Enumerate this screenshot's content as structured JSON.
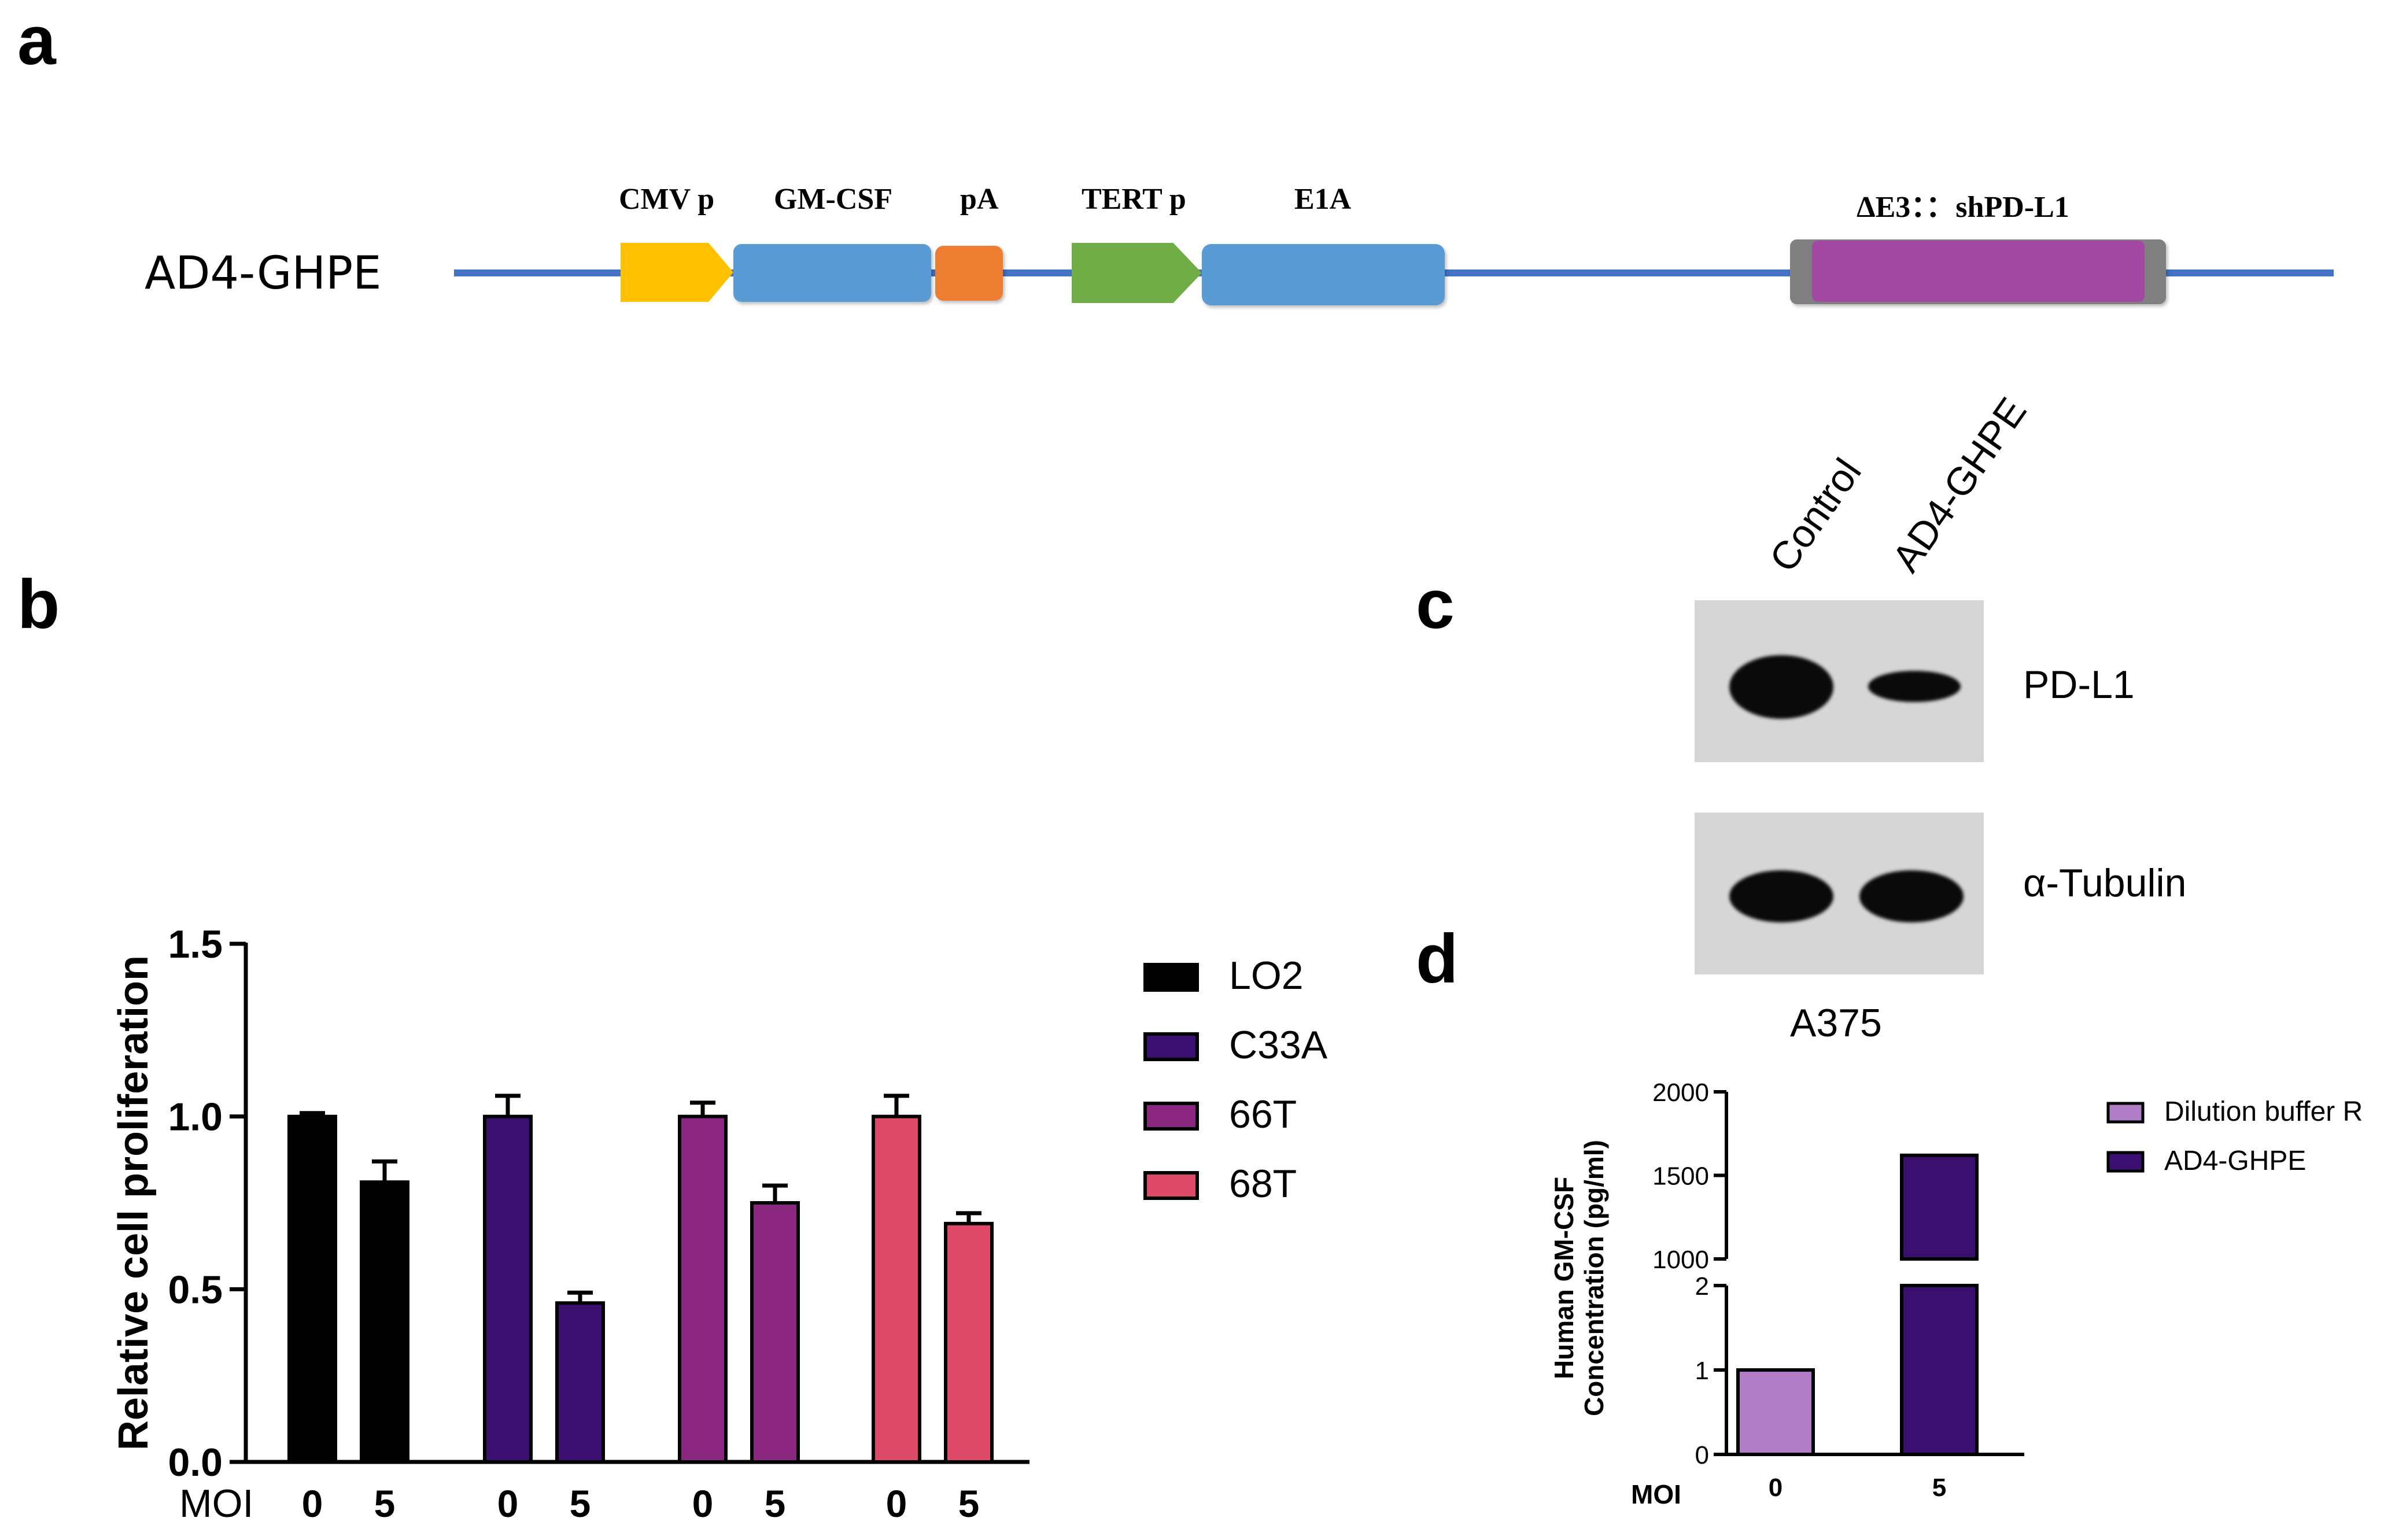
{
  "panels": {
    "a": "a",
    "b": "b",
    "c": "c",
    "d": "d"
  },
  "construct": {
    "name": "AD4-GHPE",
    "elements": [
      {
        "label": "CMV p",
        "color": "#ffc000"
      },
      {
        "label": "GM-CSF",
        "color": "#5b9bd5"
      },
      {
        "label": "pA",
        "color": "#ed7d31"
      },
      {
        "label": "TERT p",
        "color": "#70ad47"
      },
      {
        "label": "E1A",
        "color": "#5b9bd5"
      },
      {
        "label": "ΔE3：：shPD-L1",
        "color": "#a349a4"
      }
    ],
    "backbone_color": "#4472c4"
  },
  "blot": {
    "lanes": [
      "Control",
      "AD4-GHPE"
    ],
    "rows": [
      "PD-L1",
      "α-Tubulin"
    ],
    "cell_line": "A375"
  },
  "chart_data": [
    {
      "type": "bar",
      "ylabel": "Relative cell proliferation",
      "xlabel": "MOI",
      "ylim": [
        0,
        1.5
      ],
      "yticks": [
        0.0,
        0.5,
        1.0,
        1.5
      ],
      "yticklabels": [
        "0.0",
        "0.5",
        "1.0",
        "1.5"
      ],
      "categories": [
        "0",
        "5"
      ],
      "legend_position": "right",
      "series": [
        {
          "name": "LO2",
          "color": "#000000",
          "values": [
            1.0,
            0.81
          ],
          "errors": [
            0.01,
            0.06
          ]
        },
        {
          "name": "C33A",
          "color": "#3b0f70",
          "values": [
            1.0,
            0.46
          ],
          "errors": [
            0.06,
            0.03
          ]
        },
        {
          "name": "66T",
          "color": "#8b2681",
          "values": [
            1.0,
            0.75
          ],
          "errors": [
            0.04,
            0.05
          ]
        },
        {
          "name": "68T",
          "color": "#de4968",
          "values": [
            1.0,
            0.69
          ],
          "errors": [
            0.06,
            0.03
          ]
        }
      ]
    },
    {
      "type": "bar",
      "ylabel": "Human GM-CSF Concentration (pg/ml)",
      "xlabel": "MOI",
      "categories": [
        "0",
        "5"
      ],
      "broken_axis": true,
      "lower_range": [
        0,
        2
      ],
      "lower_ticks": [
        "0",
        "1",
        "2"
      ],
      "upper_range": [
        1000,
        2000
      ],
      "upper_ticks": [
        "1000",
        "1500",
        "2000"
      ],
      "legend_position": "right",
      "series": [
        {
          "name": "Dilution buffer R",
          "color": "#b07cc6",
          "value": 1.0,
          "category": "0"
        },
        {
          "name": "AD4-GHPE",
          "color": "#3b0f70",
          "value": 1620,
          "category": "5"
        }
      ]
    }
  ]
}
